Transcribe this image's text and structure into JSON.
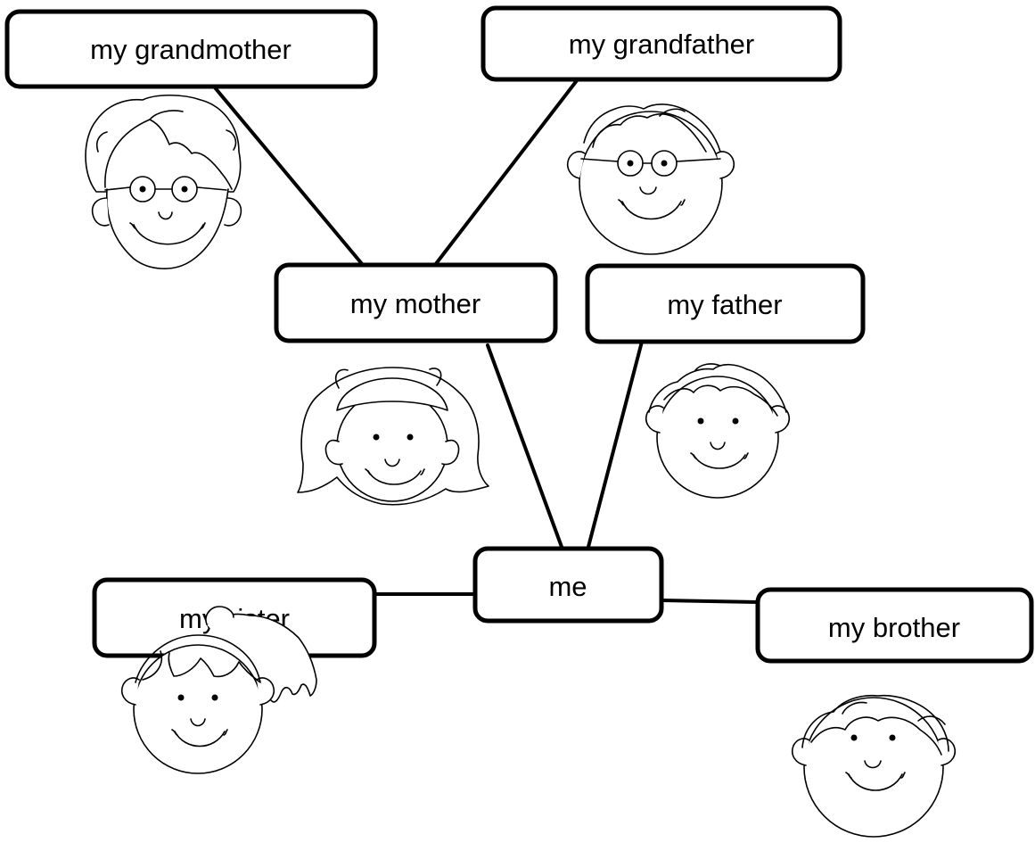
{
  "diagram": {
    "type": "family-tree",
    "colors": {
      "stroke": "#000000",
      "background": "#ffffff"
    },
    "nodes": {
      "grandmother": {
        "label": "my grandmother",
        "icon": "grandmother-face-icon"
      },
      "grandfather": {
        "label": "my grandfather",
        "icon": "grandfather-face-icon"
      },
      "mother": {
        "label": "my mother",
        "icon": "mother-face-icon"
      },
      "father": {
        "label": "my father",
        "icon": "father-face-icon"
      },
      "me": {
        "label": "me"
      },
      "sister": {
        "label": "my sister",
        "icon": "sister-face-icon"
      },
      "brother": {
        "label": "my brother",
        "icon": "brother-face-icon"
      }
    },
    "edges": [
      {
        "from": "grandmother",
        "to": "mother"
      },
      {
        "from": "grandfather",
        "to": "mother"
      },
      {
        "from": "mother",
        "to": "me"
      },
      {
        "from": "father",
        "to": "me"
      },
      {
        "from": "sister",
        "to": "me"
      },
      {
        "from": "brother",
        "to": "me"
      }
    ]
  }
}
